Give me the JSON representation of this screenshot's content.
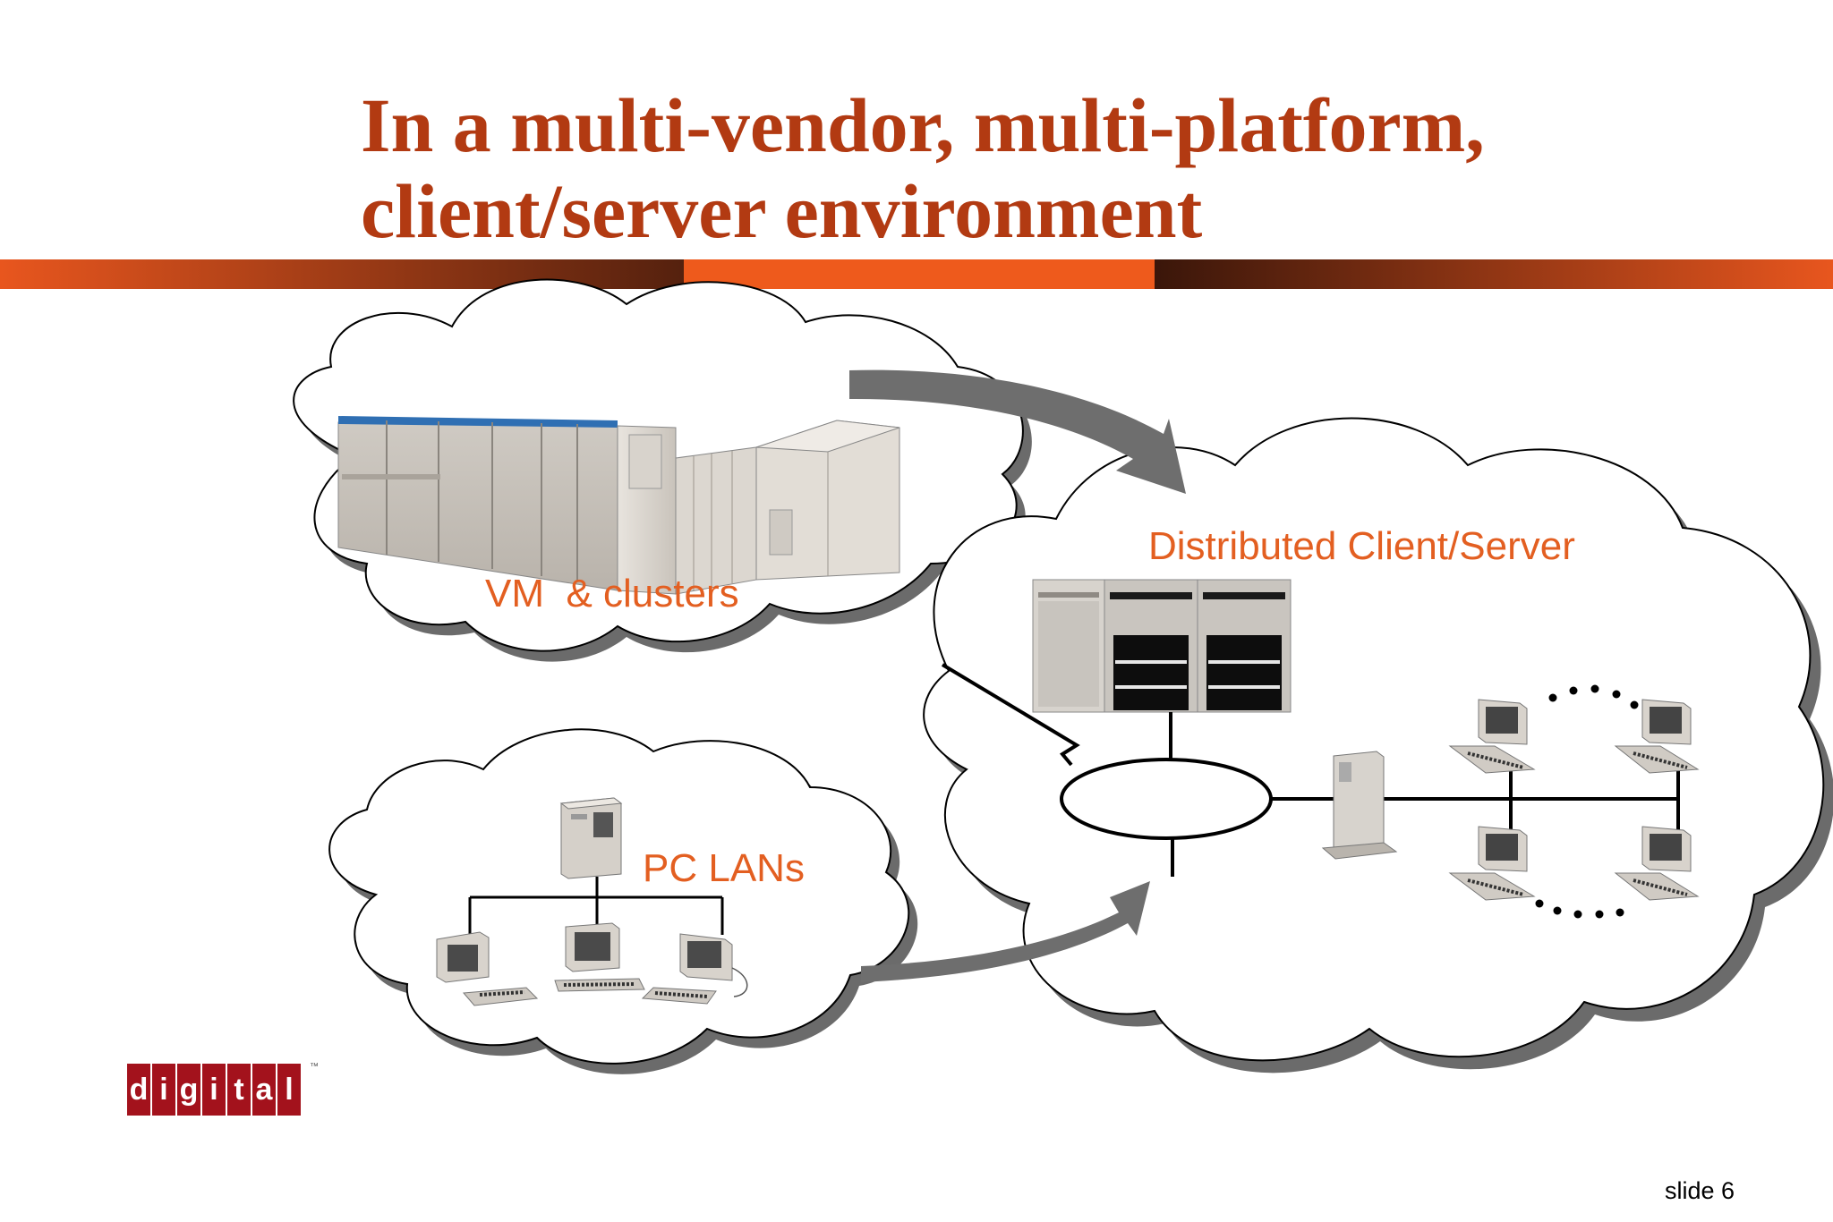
{
  "slide": {
    "title_lines": [
      "In a multi-vendor, multi-platform,",
      "client/server environment"
    ],
    "slide_number": "slide 6"
  },
  "diagram": {
    "clouds": {
      "top_left": {
        "label": "VM  & clusters"
      },
      "bottom_left": {
        "label": "PC LANs"
      },
      "right": {
        "label": "Distributed Client/Server"
      }
    }
  },
  "logo": {
    "letters": [
      "d",
      "i",
      "g",
      "i",
      "t",
      "a",
      "l"
    ],
    "trademark": "™"
  },
  "colors": {
    "title": "#b23a12",
    "label": "#e35f21",
    "rule_orange": "#e8561e",
    "rule_dark": "#5a2410",
    "logo_red": "#a3121c",
    "arrow_gray": "#6e6e6e"
  }
}
